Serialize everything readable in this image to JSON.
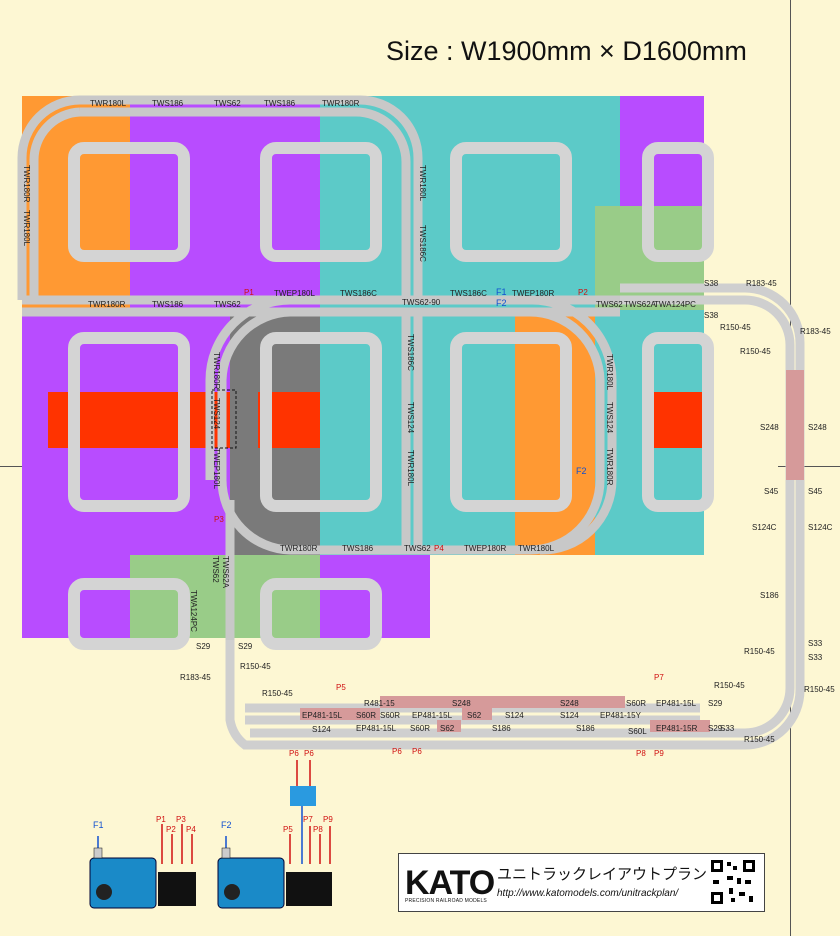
{
  "title": "Size : W1900mm × D1600mm",
  "tracks": {
    "twr180l_top": "TWR180L",
    "tws186_top1": "TWS186",
    "tws62_top": "TWS62",
    "tws186_top2": "TWS186",
    "twr180r_top": "TWR180R",
    "twr180r_left_v": "TWR180R",
    "twr180l_left_v": "TWR180L",
    "twr180l_mid_v": "TWR180L",
    "tws186c_mid_v": "TWS186C",
    "twr180r_row": "TWR180R",
    "tws186_row": "TWS186",
    "tws62_row": "TWS62",
    "twep180l_row": "TWEP180L",
    "tws186c_row1": "TWS186C",
    "tws186c_row2": "TWS186C",
    "twep180r_row": "TWEP180R",
    "tws62_row2": "TWS62",
    "tws62a_row": "TWS62A",
    "twa124pc_row": "TWA124PC",
    "tws62_90": "TWS62-90",
    "twr180r_inner_v": "TWR180R",
    "tws124_inner_v": "TWS124",
    "twep180l_inner_v": "TWEP180L",
    "tws186c_center_v": "TWS186C",
    "tws124_center_v": "TWS124",
    "twr180l_center_v": "TWR180L",
    "twr180l_right_v": "TWR180L",
    "tws124_right_v": "TWS124",
    "twr180r_right_v": "TWR180R",
    "twr180r_bottom": "TWR180R",
    "tws186_bottom": "TWS186",
    "tws62_bottom": "TWS62",
    "twep180r_bottom": "TWEP180R",
    "twr180l_bottom": "TWR180L",
    "tws62_left_v": "TWS62",
    "tws62a_left_v": "TWS62A",
    "twa124pc_left_v": "TWA124PC",
    "s38_a": "S38",
    "s38_b": "S38",
    "r183_a": "R183-45",
    "r183_b": "R183-45",
    "r150_a": "R150-45",
    "r150_b": "R150-45",
    "s248_l": "S248",
    "s248_r": "S248",
    "s45_l": "S45",
    "s45_r": "S45",
    "s124c_l": "S124C",
    "s124c_r": "S124C",
    "s186_r": "S186",
    "s33_a": "S33",
    "s33_b": "S33",
    "r150_c": "R150-45",
    "r150_d": "R150-45",
    "r150_e": "R150-45",
    "s29_a": "S29",
    "s29_b": "S29",
    "r150_f": "R150-45",
    "r183_c": "R183-45",
    "r150_g": "R150-45",
    "ep481_15l_a": "EP481-15L",
    "s60r_a": "S60R",
    "r481_15": "R481-15",
    "s248_b1": "S248",
    "s248_b2": "S248",
    "s60r_b": "S60R",
    "ep481_15l_b": "EP481-15L",
    "s29_c": "S29",
    "s60r_c": "S60R",
    "ep481_15l_c": "EP481-15L",
    "s62_a": "S62",
    "s124_a": "S124",
    "s124_b": "S124",
    "ep481_15y": "EP481-15Y",
    "ep481_15r": "EP481-15R",
    "s29_d": "S29",
    "s33_c": "S33",
    "ep481_15l_d": "EP481-15L",
    "s60r_d": "S60R",
    "s62_b": "S62",
    "s186_b1": "S186",
    "s186_b2": "S186",
    "s60l": "S60L",
    "s124_c": "S124"
  },
  "points": {
    "p1": "P1",
    "p2": "P2",
    "p3": "P3",
    "p4": "P4",
    "p5": "P5",
    "p6a": "P6",
    "p6b": "P6",
    "p7": "P7",
    "p8": "P8",
    "p9": "P9",
    "f1": "F1",
    "f2": "F2",
    "f2b": "F2"
  },
  "controllers": {
    "left": {
      "feeder": "F1",
      "switches": [
        "P1",
        "P2",
        "P3",
        "P4"
      ]
    },
    "right": {
      "feeder": "F2",
      "switches": [
        "P5",
        "P7",
        "P8",
        "P9"
      ],
      "top_switches": [
        "P6",
        "P6"
      ]
    }
  },
  "kato": {
    "logo": "KATO",
    "sub": "PRECISION RAILROAD MODELS",
    "title": "ユニトラックレイアウトプラン",
    "url": "http://www.katomodels.com/unitrackplan/"
  },
  "colors": {
    "orange": "#ff9933",
    "purple": "#b84cff",
    "teal": "#5ccac8",
    "green": "#99cc88",
    "red": "#ff3300",
    "gray": "#7a7a7a",
    "plate": "#d4d4d4",
    "pink": "#d69a9a",
    "track": "#c8c8c8"
  }
}
